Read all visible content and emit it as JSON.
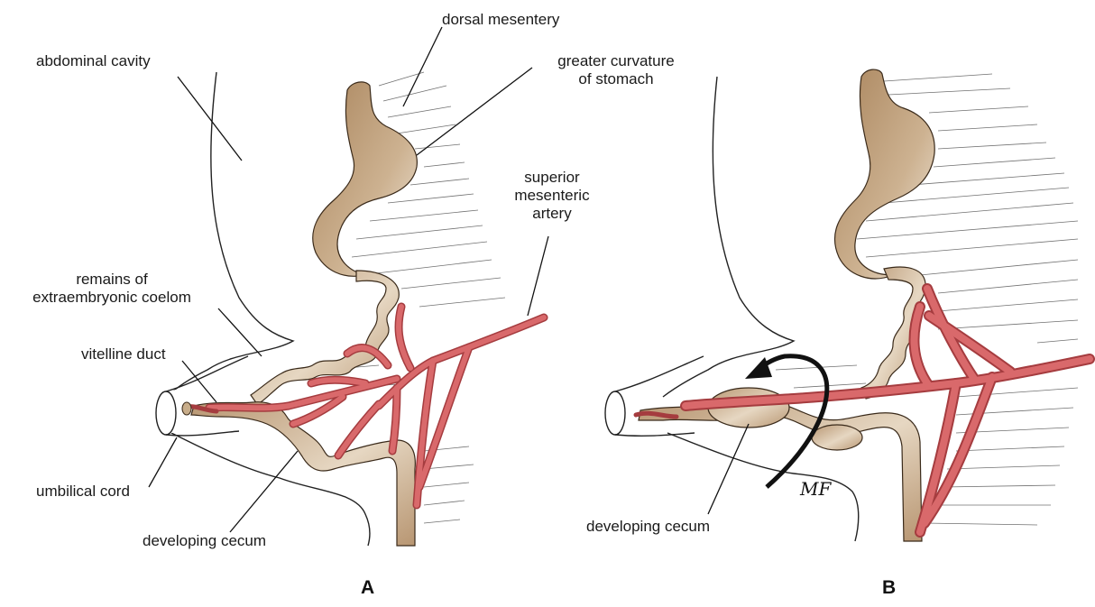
{
  "panels": [
    {
      "letter": "A",
      "labels": {
        "abdominal_cavity": "abdominal cavity",
        "dorsal_mesentery": "dorsal mesentery",
        "greater_curvature_line1": "greater curvature",
        "greater_curvature_line2": "of stomach",
        "sma_line1": "superior",
        "sma_line2": "mesenteric",
        "sma_line3": "artery",
        "remains_line1": "remains of",
        "remains_line2": "extraembryonic coelom",
        "vitelline_duct": "vitelline duct",
        "umbilical_cord": "umbilical cord",
        "developing_cecum": "developing cecum"
      }
    },
    {
      "letter": "B",
      "labels": {
        "developing_cecum": "developing cecum"
      },
      "signature": "MF"
    }
  ],
  "colors": {
    "gut": "#c8ad8a",
    "gut_light": "#efe5d6",
    "artery": "#d9696b",
    "artery_dark": "#a53c3f",
    "outline": "#222222",
    "hatching": "#6a6a6a"
  }
}
